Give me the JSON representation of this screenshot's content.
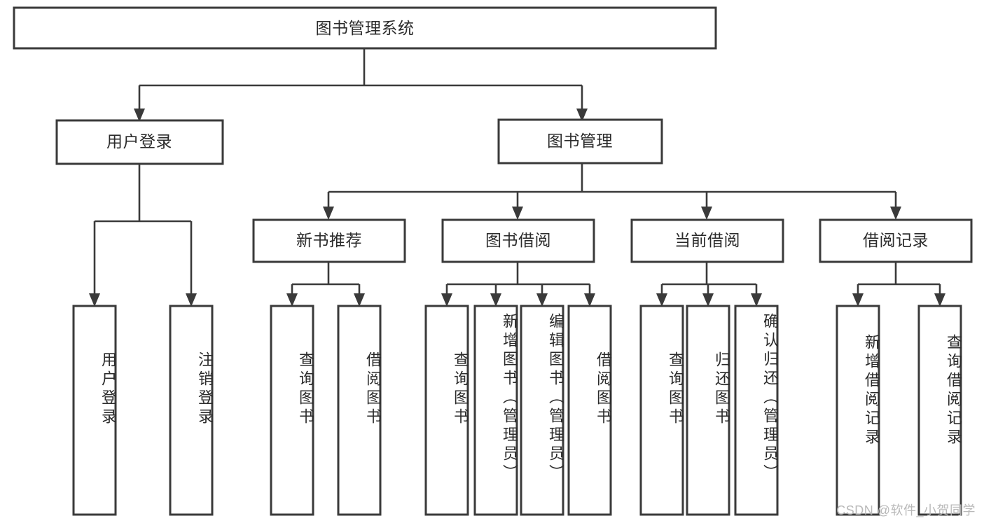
{
  "diagram": {
    "type": "hierarchy-tree",
    "title": "图书管理系统",
    "orientation": "top-down",
    "colors": {
      "box_stroke": "#3a3a3a",
      "box_fill": "#ffffff",
      "edge": "#3a3a3a",
      "text": "#2b2b2b",
      "background": "#ffffff",
      "watermark": "#b9b9b9"
    },
    "root": {
      "label": "图书管理系统"
    },
    "level2": [
      {
        "label": "用户登录"
      },
      {
        "label": "图书管理"
      }
    ],
    "level3": [
      {
        "label": "新书推荐"
      },
      {
        "label": "图书借阅"
      },
      {
        "label": "当前借阅"
      },
      {
        "label": "借阅记录"
      }
    ],
    "leaves": {
      "user_login": [
        {
          "label": "用户登录"
        },
        {
          "label": "注销登录"
        }
      ],
      "new_book": [
        {
          "label": "查询图书"
        },
        {
          "label": "借阅图书"
        }
      ],
      "book_borrow": [
        {
          "label": "查询图书"
        },
        {
          "label": "新增图书（管理员）"
        },
        {
          "label": "编辑图书（管理员）"
        },
        {
          "label": "借阅图书"
        }
      ],
      "current_borrow": [
        {
          "label": "查询图书"
        },
        {
          "label": "归还图书"
        },
        {
          "label": "确认归还（管理员）"
        }
      ],
      "borrow_record": [
        {
          "label": "新增借阅记录"
        },
        {
          "label": "查询借阅记录"
        }
      ]
    },
    "watermark": "CSDN @软件_小贺同学"
  }
}
